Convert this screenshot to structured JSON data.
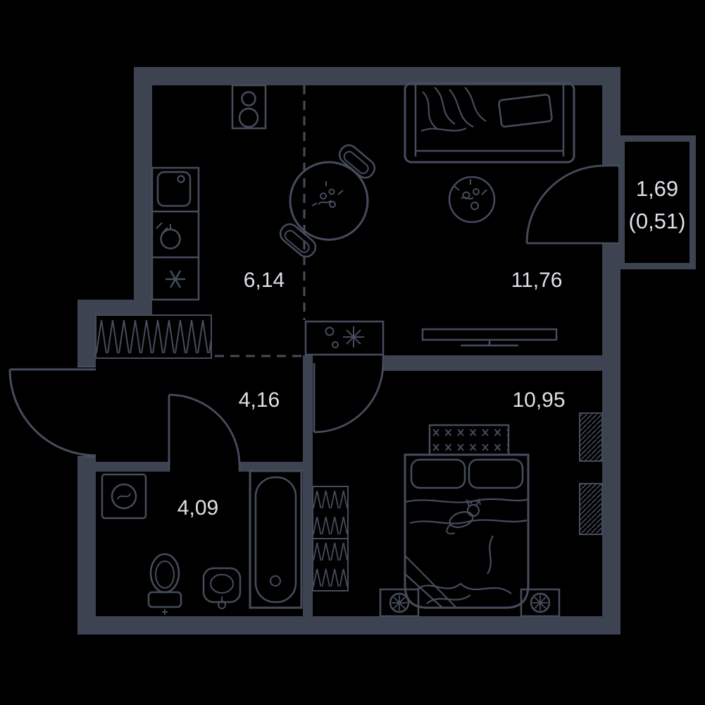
{
  "colors": {
    "background": "#000000",
    "wall": "#3d4351",
    "furniture_line": "#454c5c",
    "label_text": "#dde0e6"
  },
  "rooms": [
    {
      "name": "kitchen",
      "area_label": "6,14"
    },
    {
      "name": "living-room",
      "area_label": "11,76"
    },
    {
      "name": "hallway",
      "area_label": "4,16"
    },
    {
      "name": "bedroom",
      "area_label": "10,95"
    },
    {
      "name": "bathroom",
      "area_label": "4,09"
    },
    {
      "name": "balcony",
      "area_label": "1,69",
      "area_label_secondary": "(0,51)"
    }
  ],
  "symbols": [
    "cooktop-icon",
    "kitchen-sink-icon",
    "appliance-icon",
    "refrigerator-snowflake-icon",
    "dining-table-icon",
    "chair-icon",
    "sofa-icon",
    "pillow-icon",
    "plant-icon",
    "tv-console-icon",
    "shelf-plant-icon",
    "wardrobe-icon",
    "bed-icon",
    "headboard-icon",
    "cat-icon",
    "nightstand-lamp-icon",
    "radiator-icon",
    "washing-machine-icon",
    "toilet-icon",
    "wash-basin-icon",
    "bathtub-icon",
    "entrance-door-icon",
    "interior-door-icon",
    "bathroom-door-icon",
    "balcony-door-icon"
  ]
}
